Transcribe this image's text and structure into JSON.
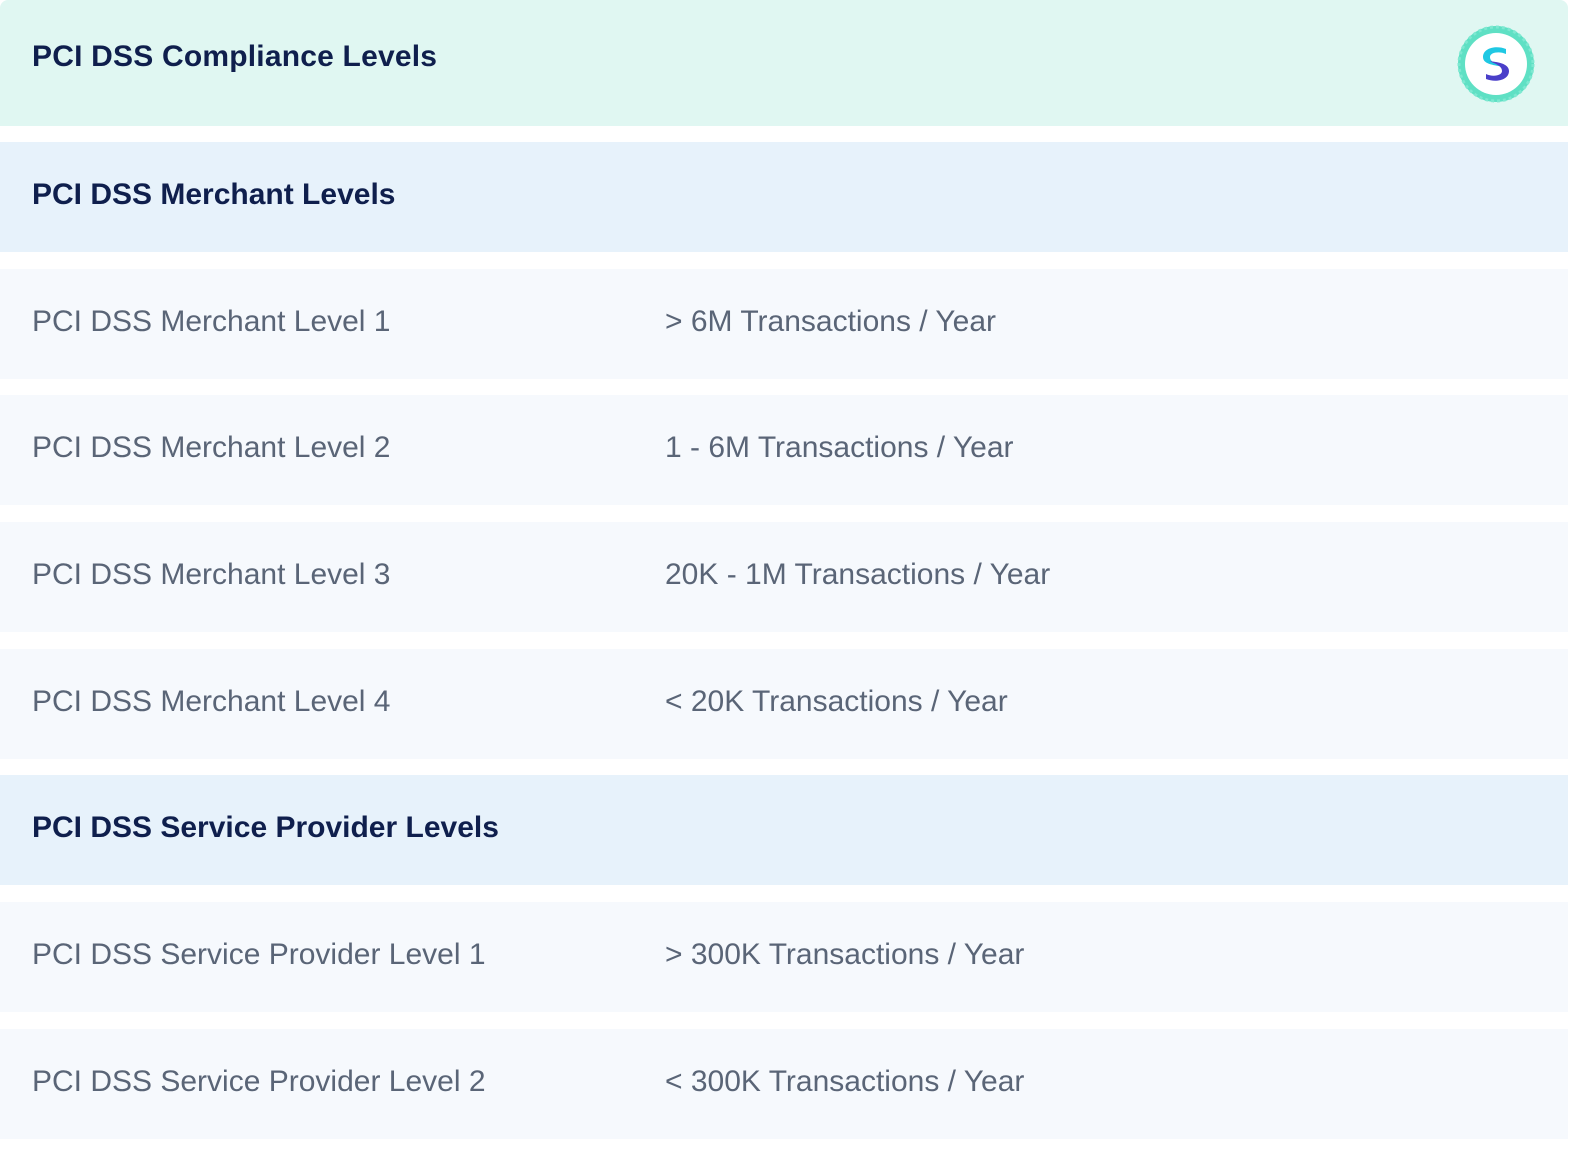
{
  "header": {
    "title": "PCI DSS Compliance Levels",
    "badge_icon": "s-logo-badge-icon",
    "badge_colors": {
      "ring": "#5fe0c4",
      "inner": "#ffffff",
      "letter_top": "#1fc8e3",
      "letter_bottom": "#4a3fc9"
    }
  },
  "sections": [
    {
      "title": "PCI DSS Merchant Levels",
      "rows": [
        {
          "label": "PCI DSS Merchant Level 1",
          "value": "> 6M Transactions / Year"
        },
        {
          "label": "PCI DSS Merchant Level 2",
          "value": "1 - 6M Transactions / Year"
        },
        {
          "label": "PCI DSS Merchant Level 3",
          "value": "20K - 1M Transactions / Year"
        },
        {
          "label": "PCI DSS Merchant Level 4",
          "value": "< 20K Transactions / Year"
        }
      ]
    },
    {
      "title": "PCI DSS Service Provider Levels",
      "rows": [
        {
          "label": "PCI DSS Service Provider Level 1",
          "value": "> 300K Transactions / Year"
        },
        {
          "label": "PCI DSS Service Provider Level 2",
          "value": "< 300K Transactions / Year"
        }
      ]
    }
  ]
}
